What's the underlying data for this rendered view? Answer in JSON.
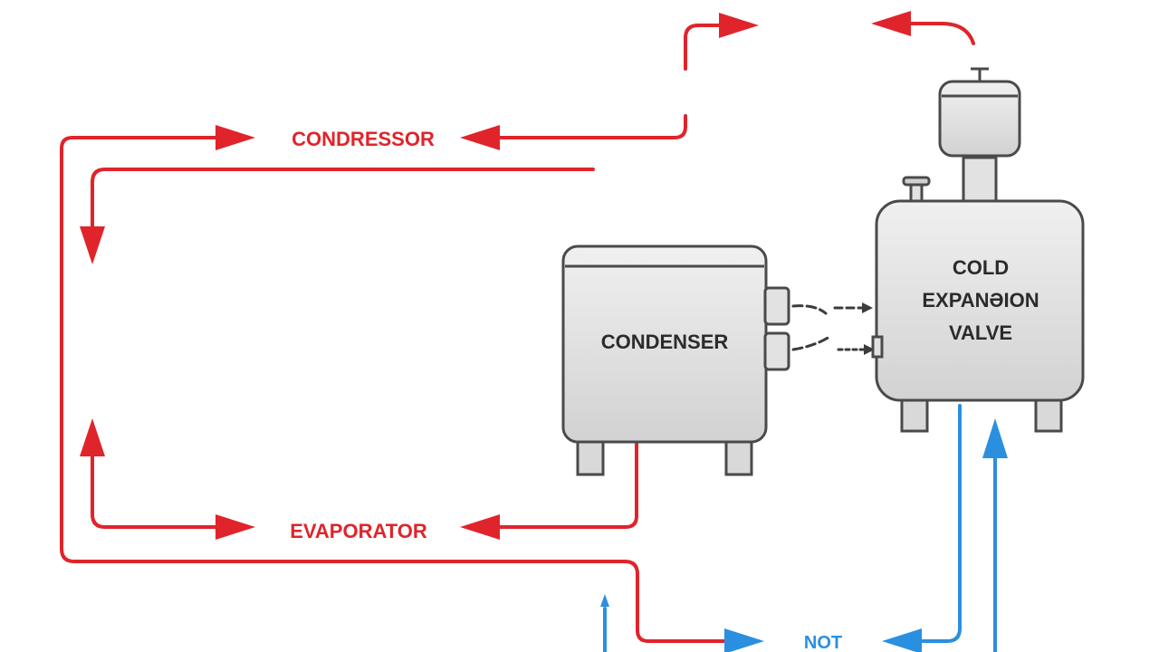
{
  "diagram": {
    "labels": {
      "condressor": "CONDRESSOR",
      "evaporator": "EVAPORATOR",
      "not": "NOT",
      "condenser": "CONDENSER",
      "valve_line1": "COLD",
      "valve_line2": "EXPANƏION",
      "valve_line3": "VALVE"
    },
    "colors": {
      "hot_line": "#e0242b",
      "cold_line": "#2b8fe0",
      "machine_fill": "#e6e6e6",
      "machine_stroke": "#4a4a4a"
    },
    "icons": [
      "arrow-right-icon",
      "arrow-left-icon",
      "arrow-up-icon",
      "arrow-down-icon"
    ]
  }
}
